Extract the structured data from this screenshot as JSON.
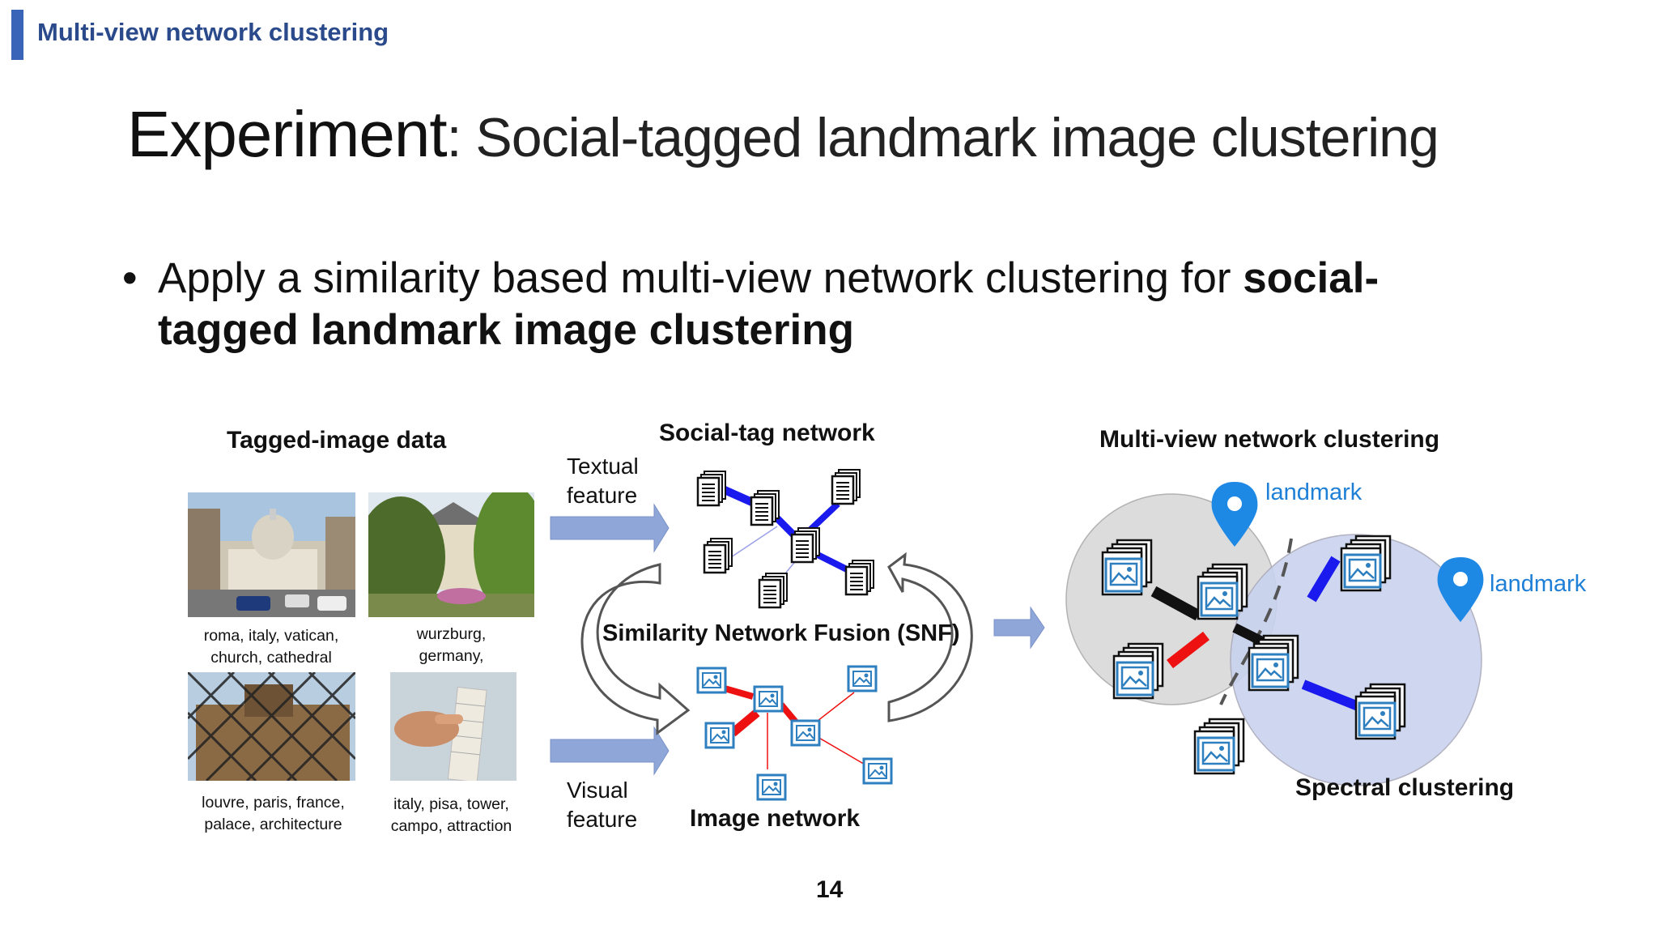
{
  "header": {
    "section": "Multi-view network clustering"
  },
  "slide": {
    "title_bold": "Experiment",
    "title_rest": ": Social-tagged landmark image clustering",
    "bullet_plain": "Apply a similarity based multi-view network clustering for ",
    "bullet_bold": "social-tagged landmark image clustering",
    "page_number": "14"
  },
  "tagged_data": {
    "title": "Tagged-image data",
    "images": [
      {
        "caption_line1": "roma, italy, vatican,",
        "caption_line2": "church, cathedral",
        "icon": "vatican-photo"
      },
      {
        "caption_line1": "wurzburg,",
        "caption_line2": "germany,",
        "icon": "wurzburg-photo"
      },
      {
        "caption_line1": "louvre, paris, france,",
        "caption_line2": "palace, architecture",
        "icon": "louvre-photo"
      },
      {
        "caption_line1": "italy, pisa, tower,",
        "caption_line2": "campo, attraction",
        "icon": "pisa-photo"
      }
    ]
  },
  "fusion": {
    "social_tag_network": "Social-tag network",
    "textual_line1": "Textual",
    "textual_line2": "feature",
    "snf": "Similarity Network Fusion (SNF)",
    "visual_line1": "Visual",
    "visual_line2": "feature",
    "image_network": "Image network"
  },
  "clustering": {
    "title": "Multi-view network clustering",
    "landmark1": "landmark",
    "landmark2": "landmark",
    "spectral": "Spectral clustering"
  },
  "colors": {
    "accent": "#3a64b8",
    "text_edge": "#1a1aee",
    "image_edge": "#ee1111",
    "pin": "#1e88e5",
    "arrow": "#8fa6d8"
  }
}
